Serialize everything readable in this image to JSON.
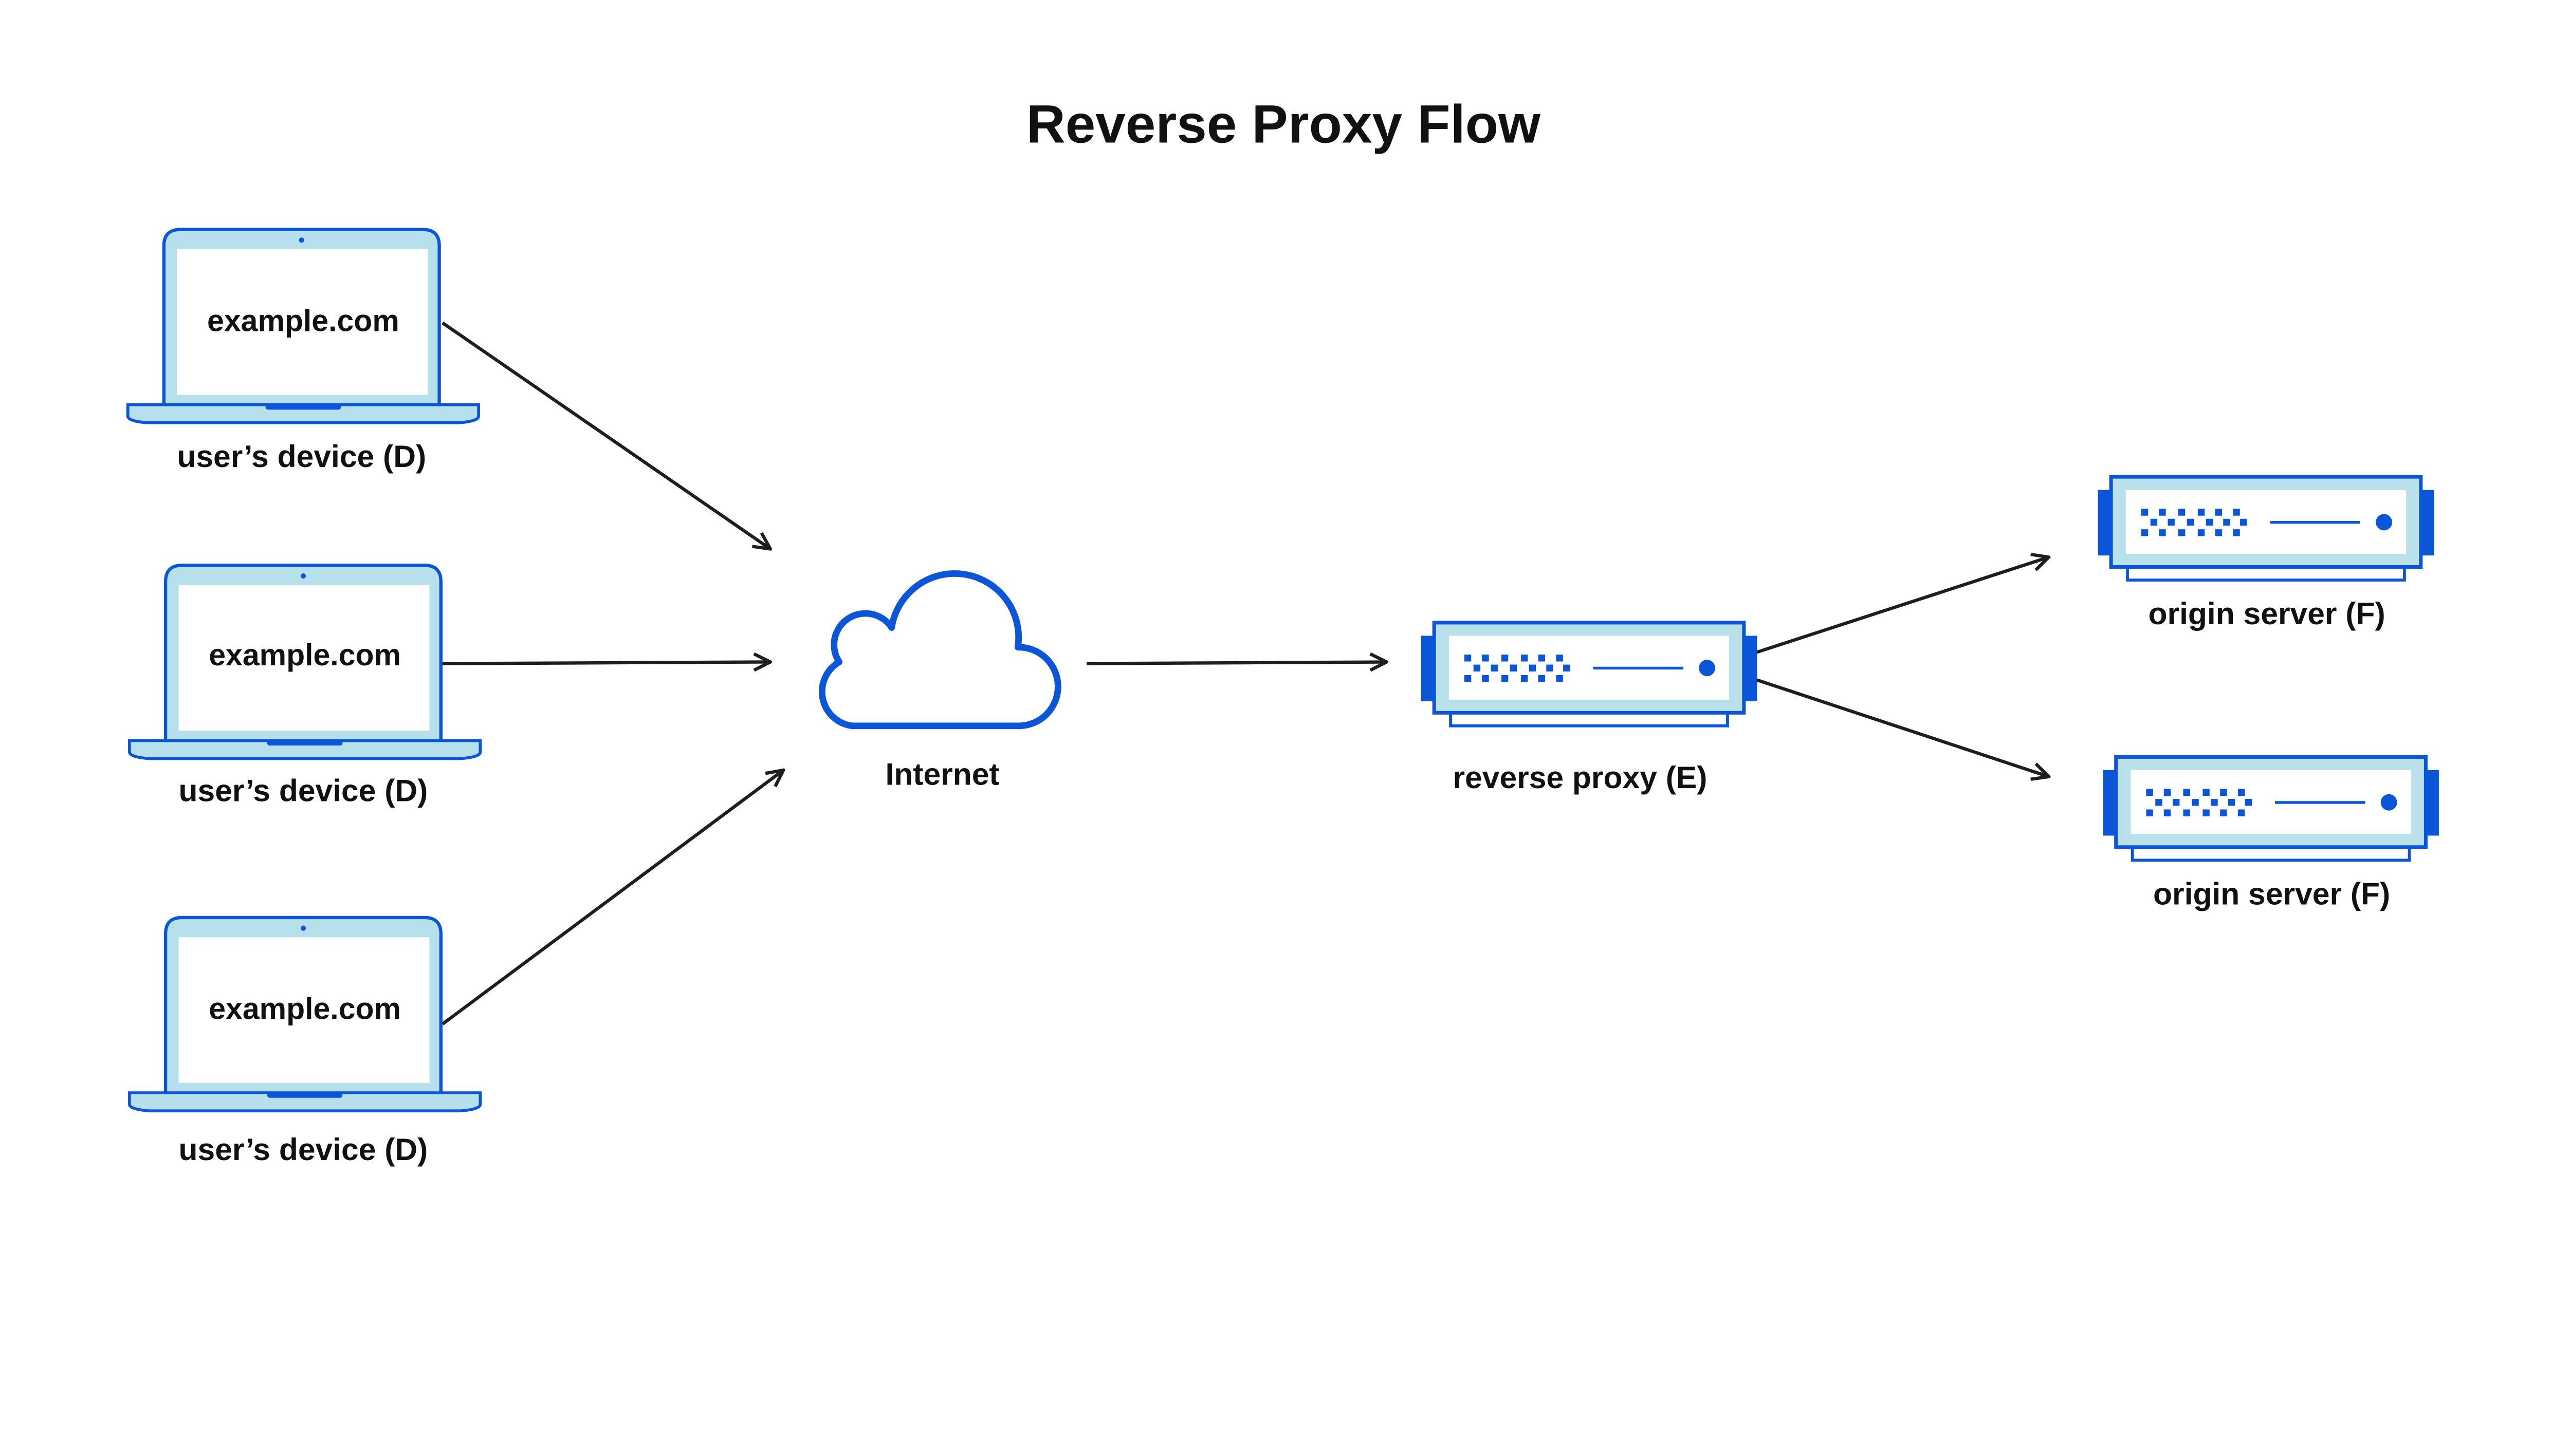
{
  "title": "Reverse Proxy Flow",
  "colors": {
    "primary_blue": "#0b55d8",
    "light_blue": "#b6e1ec",
    "arrow": "#1e1e1e"
  },
  "devices": [
    {
      "screen_text": "example.com",
      "label": "user’s device (D)",
      "icon": "laptop-icon"
    },
    {
      "screen_text": "example.com",
      "label": "user’s device (D)",
      "icon": "laptop-icon"
    },
    {
      "screen_text": "example.com",
      "label": "user’s device (D)",
      "icon": "laptop-icon"
    }
  ],
  "internet": {
    "label": "Internet",
    "icon": "cloud-icon"
  },
  "proxy": {
    "label": "reverse proxy (E)",
    "icon": "server-icon"
  },
  "origins": [
    {
      "label": "origin server (F)",
      "icon": "server-icon"
    },
    {
      "label": "origin server (F)",
      "icon": "server-icon"
    }
  ]
}
